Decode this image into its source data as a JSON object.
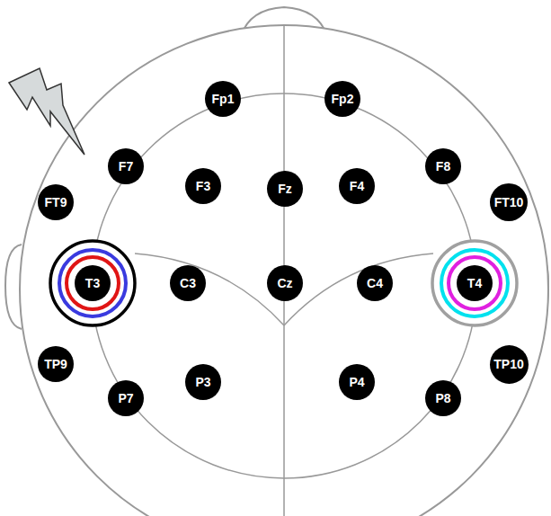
{
  "diagram": {
    "nodes": [
      {
        "text": [
          "Fp1"
        ]
      },
      {
        "text": [
          "Fp2"
        ]
      },
      {
        "text": [
          "F7"
        ]
      },
      {
        "text": [
          "F3"
        ]
      },
      {
        "text": [
          "Fz"
        ]
      },
      {
        "text": [
          "F4"
        ]
      },
      {
        "text": [
          "F8"
        ]
      },
      {
        "text": [
          "FT9"
        ]
      },
      {
        "text": [
          "FT10"
        ]
      },
      {
        "text": [
          "T3"
        ]
      },
      {
        "text": [
          "C3"
        ]
      },
      {
        "text": [
          "Cz"
        ]
      },
      {
        "text": [
          "C4"
        ]
      },
      {
        "text": [
          "T4"
        ]
      },
      {
        "text": [
          "TP9"
        ]
      },
      {
        "text": [
          "TP10"
        ]
      },
      {
        "text": [
          "P7"
        ]
      },
      {
        "text": [
          "P3"
        ]
      },
      {
        "text": [
          "P4"
        ]
      },
      {
        "text": [
          "P8"
        ]
      }
    ]
  }
}
